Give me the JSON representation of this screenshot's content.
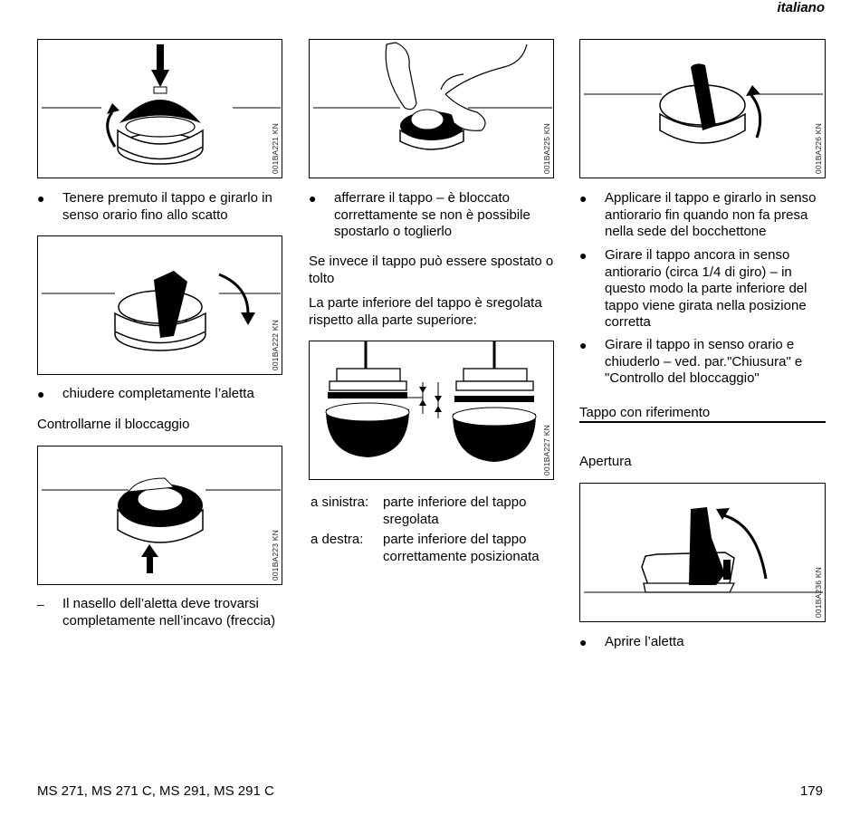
{
  "header": {
    "language": "italiano"
  },
  "figures": {
    "f1": "001BA221 KN",
    "f2": "001BA222 KN",
    "f3": "001BA223 KN",
    "f4": "001BA225 KN",
    "f5": "001BA227 KN",
    "f6": "001BA226 KN",
    "f7": "001BA236 KN"
  },
  "col1": {
    "b1": "Tenere premuto il tappo e girarlo in senso orario fino allo scatto",
    "b2": "chiudere completamente l’aletta",
    "heading": "Controllarne il bloccaggio",
    "b3_marker": "–",
    "b3": "Il nasello dell’aletta deve trovarsi completamente nell’incavo (freccia)"
  },
  "col2": {
    "b1": "afferrare il tappo – è bloccato correttamente se non è possibile spostarlo o toglierlo",
    "heading": "Se invece il tappo può essere spostato o tolto",
    "para": "La parte inferiore del tappo è sregolata rispetto alla parte superiore:",
    "rows": [
      {
        "k": "a sinistra:",
        "v": "parte inferiore del tappo sregolata"
      },
      {
        "k": "a destra:",
        "v": "parte inferiore del tappo correttamente posizionata"
      }
    ]
  },
  "col3": {
    "b1": "Applicare il tappo e girarlo in senso antiorario fin quando non fa presa nella sede del bocchettone",
    "b2": "Girare il tappo ancora in senso antiorario (circa 1/4 di giro) – in questo modo la parte inferiore del tappo viene girata nella posizione corretta",
    "b3": "Girare il tappo in senso orario e chiuderlo – ved. par.\"Chiusura\" e \"Controllo del bloccaggio\"",
    "heading1": "Tappo con riferimento",
    "heading2": "Apertura",
    "b4": "Aprire l’aletta"
  },
  "bullet_symbol": "●",
  "footer": {
    "models": "MS 271, MS 271 C, MS 291, MS 291 C",
    "page": "179"
  }
}
